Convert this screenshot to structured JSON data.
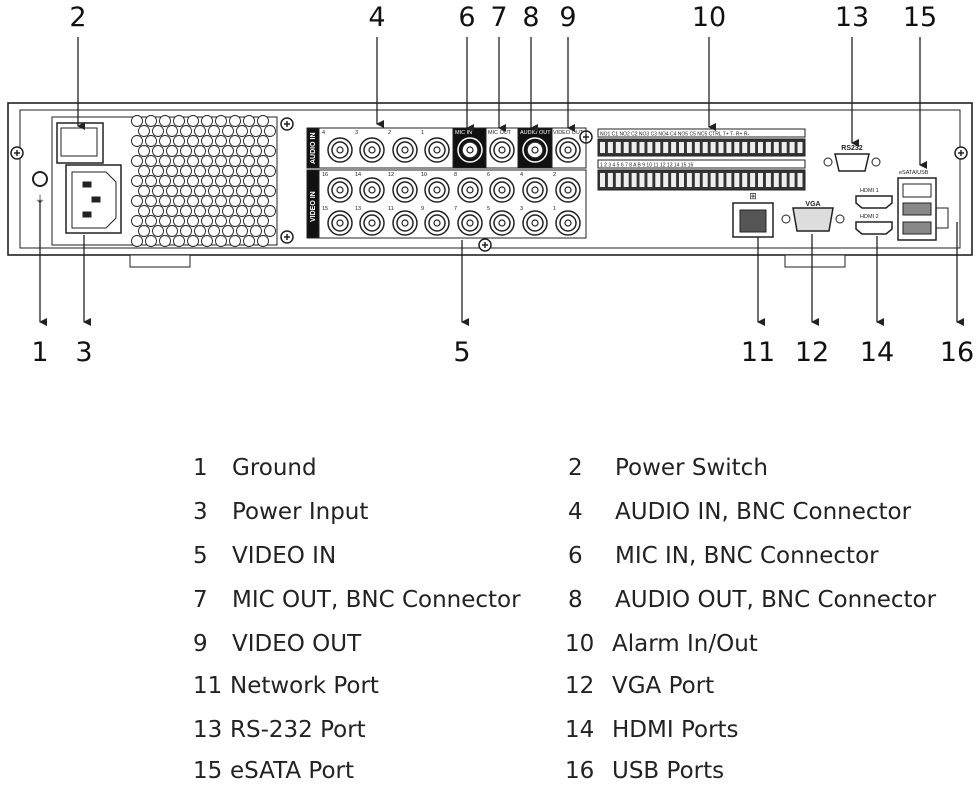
{
  "callouts_top": [
    "2",
    "4",
    "6",
    "7",
    "8",
    "9",
    "10",
    "13",
    "15"
  ],
  "callouts_bottom": [
    "1",
    "3",
    "5",
    "11",
    "12",
    "14",
    "16"
  ],
  "panel_labels": {
    "audio_in": "AUDIO IN",
    "video_in": "VIDEO IN",
    "mic_in": "MIC IN",
    "mic_out": "MIC OUT",
    "audio_out": "AUDIO OUT",
    "video_out": "VIDEO OUT",
    "rs232": "RS232",
    "vga": "VGA",
    "hdmi1": "HDMI 1",
    "hdmi2": "HDMI 2",
    "esata_usb": "eSATA/USB",
    "alarm_top": "NO1 C1  NO2 C2  NO3 C3  NO4 C4  NO5 C5 NC5  CTRL  T+ T- R+ R-",
    "alarm_bottom": "1 2 3 4  5 6 7 8  A B  9 10 11 12  13 14 15 16"
  },
  "audio_in_numbers": [
    "4",
    "3",
    "2",
    "1"
  ],
  "video_in_top_numbers": [
    "16",
    "14",
    "12",
    "10",
    "8",
    "6",
    "4",
    "2"
  ],
  "video_in_bottom_numbers": [
    "15",
    "13",
    "11",
    "9",
    "7",
    "5",
    "3",
    "1"
  ],
  "legend": [
    {
      "num": "1",
      "label": "Ground"
    },
    {
      "num": "2",
      "label": "Power Switch"
    },
    {
      "num": "3",
      "label": "Power Input"
    },
    {
      "num": "4",
      "label": "AUDIO IN, BNC Connector"
    },
    {
      "num": "5",
      "label": "VIDEO IN"
    },
    {
      "num": "6",
      "label": "MIC IN, BNC Connector"
    },
    {
      "num": "7",
      "label": "MIC OUT, BNC Connector"
    },
    {
      "num": "8",
      "label": "AUDIO OUT, BNC Connector"
    },
    {
      "num": "9",
      "label": "VIDEO OUT"
    },
    {
      "num": "10",
      "label": "Alarm In/Out"
    },
    {
      "num": "11",
      "label": "Network Port"
    },
    {
      "num": "12",
      "label": "VGA Port"
    },
    {
      "num": "13",
      "label": "RS-232 Port"
    },
    {
      "num": "14",
      "label": "HDMI Ports"
    },
    {
      "num": "15",
      "label": "eSATA Port"
    },
    {
      "num": "16",
      "label": "USB Ports"
    }
  ],
  "colors": {
    "line": "#222222",
    "panel": "#ffffff",
    "black_block": "#111111"
  }
}
